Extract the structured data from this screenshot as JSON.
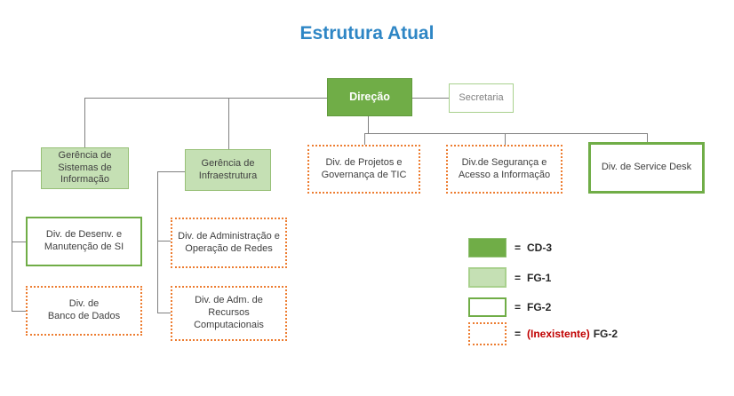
{
  "title": "Estrutura Atual",
  "colors": {
    "title_blue": "#2E86C5",
    "cd3_green": "#70AD47",
    "fg1_fill": "#C5E0B4",
    "fg1_border": "#A9D18E",
    "fg2_border": "#70AD47",
    "inexistente_orange": "#ED7D31",
    "inexistente_red": "#C00000",
    "connector_gray": "#808080",
    "text_dark": "#404040"
  },
  "nodes": {
    "direcao": {
      "label": "Direção",
      "level": "CD-3"
    },
    "secretaria": {
      "label": "Secretaria",
      "level": "FG-1"
    },
    "ger_sistemas": {
      "label": "Gerência de\nSistemas de\nInformação",
      "level": "FG-1"
    },
    "ger_infra": {
      "label": "Gerência de\nInfraestrutura",
      "level": "FG-1"
    },
    "div_projetos": {
      "label": "Div. de Projetos e\nGovernança de TIC",
      "level": "(Inexistente) FG-2"
    },
    "div_seguranca": {
      "label": "Div.de Segurança e\nAcesso a Informação",
      "level": "(Inexistente) FG-2"
    },
    "div_servicedesk": {
      "label": "Div. de Service Desk",
      "level": "FG-2"
    },
    "div_desenv": {
      "label": "Div. de Desenv. e\nManutenção de SI",
      "level": "FG-2"
    },
    "div_banco": {
      "label": "Div. de\nBanco de Dados",
      "level": "(Inexistente) FG-2"
    },
    "div_redes": {
      "label": "Div. de Administração e\nOperação de Redes",
      "level": "(Inexistente) FG-2"
    },
    "div_recursos": {
      "label": "Div. de Adm. de\nRecursos\nComputacionais",
      "level": "(Inexistente) FG-2"
    }
  },
  "legend": {
    "items": [
      {
        "eq": "=",
        "red_part": "",
        "label": "CD-3"
      },
      {
        "eq": "=",
        "red_part": "",
        "label": "FG-1"
      },
      {
        "eq": "=",
        "red_part": "",
        "label": "FG-2"
      },
      {
        "eq": "=",
        "red_part": "(Inexistente)",
        "label": "FG-2"
      }
    ]
  }
}
